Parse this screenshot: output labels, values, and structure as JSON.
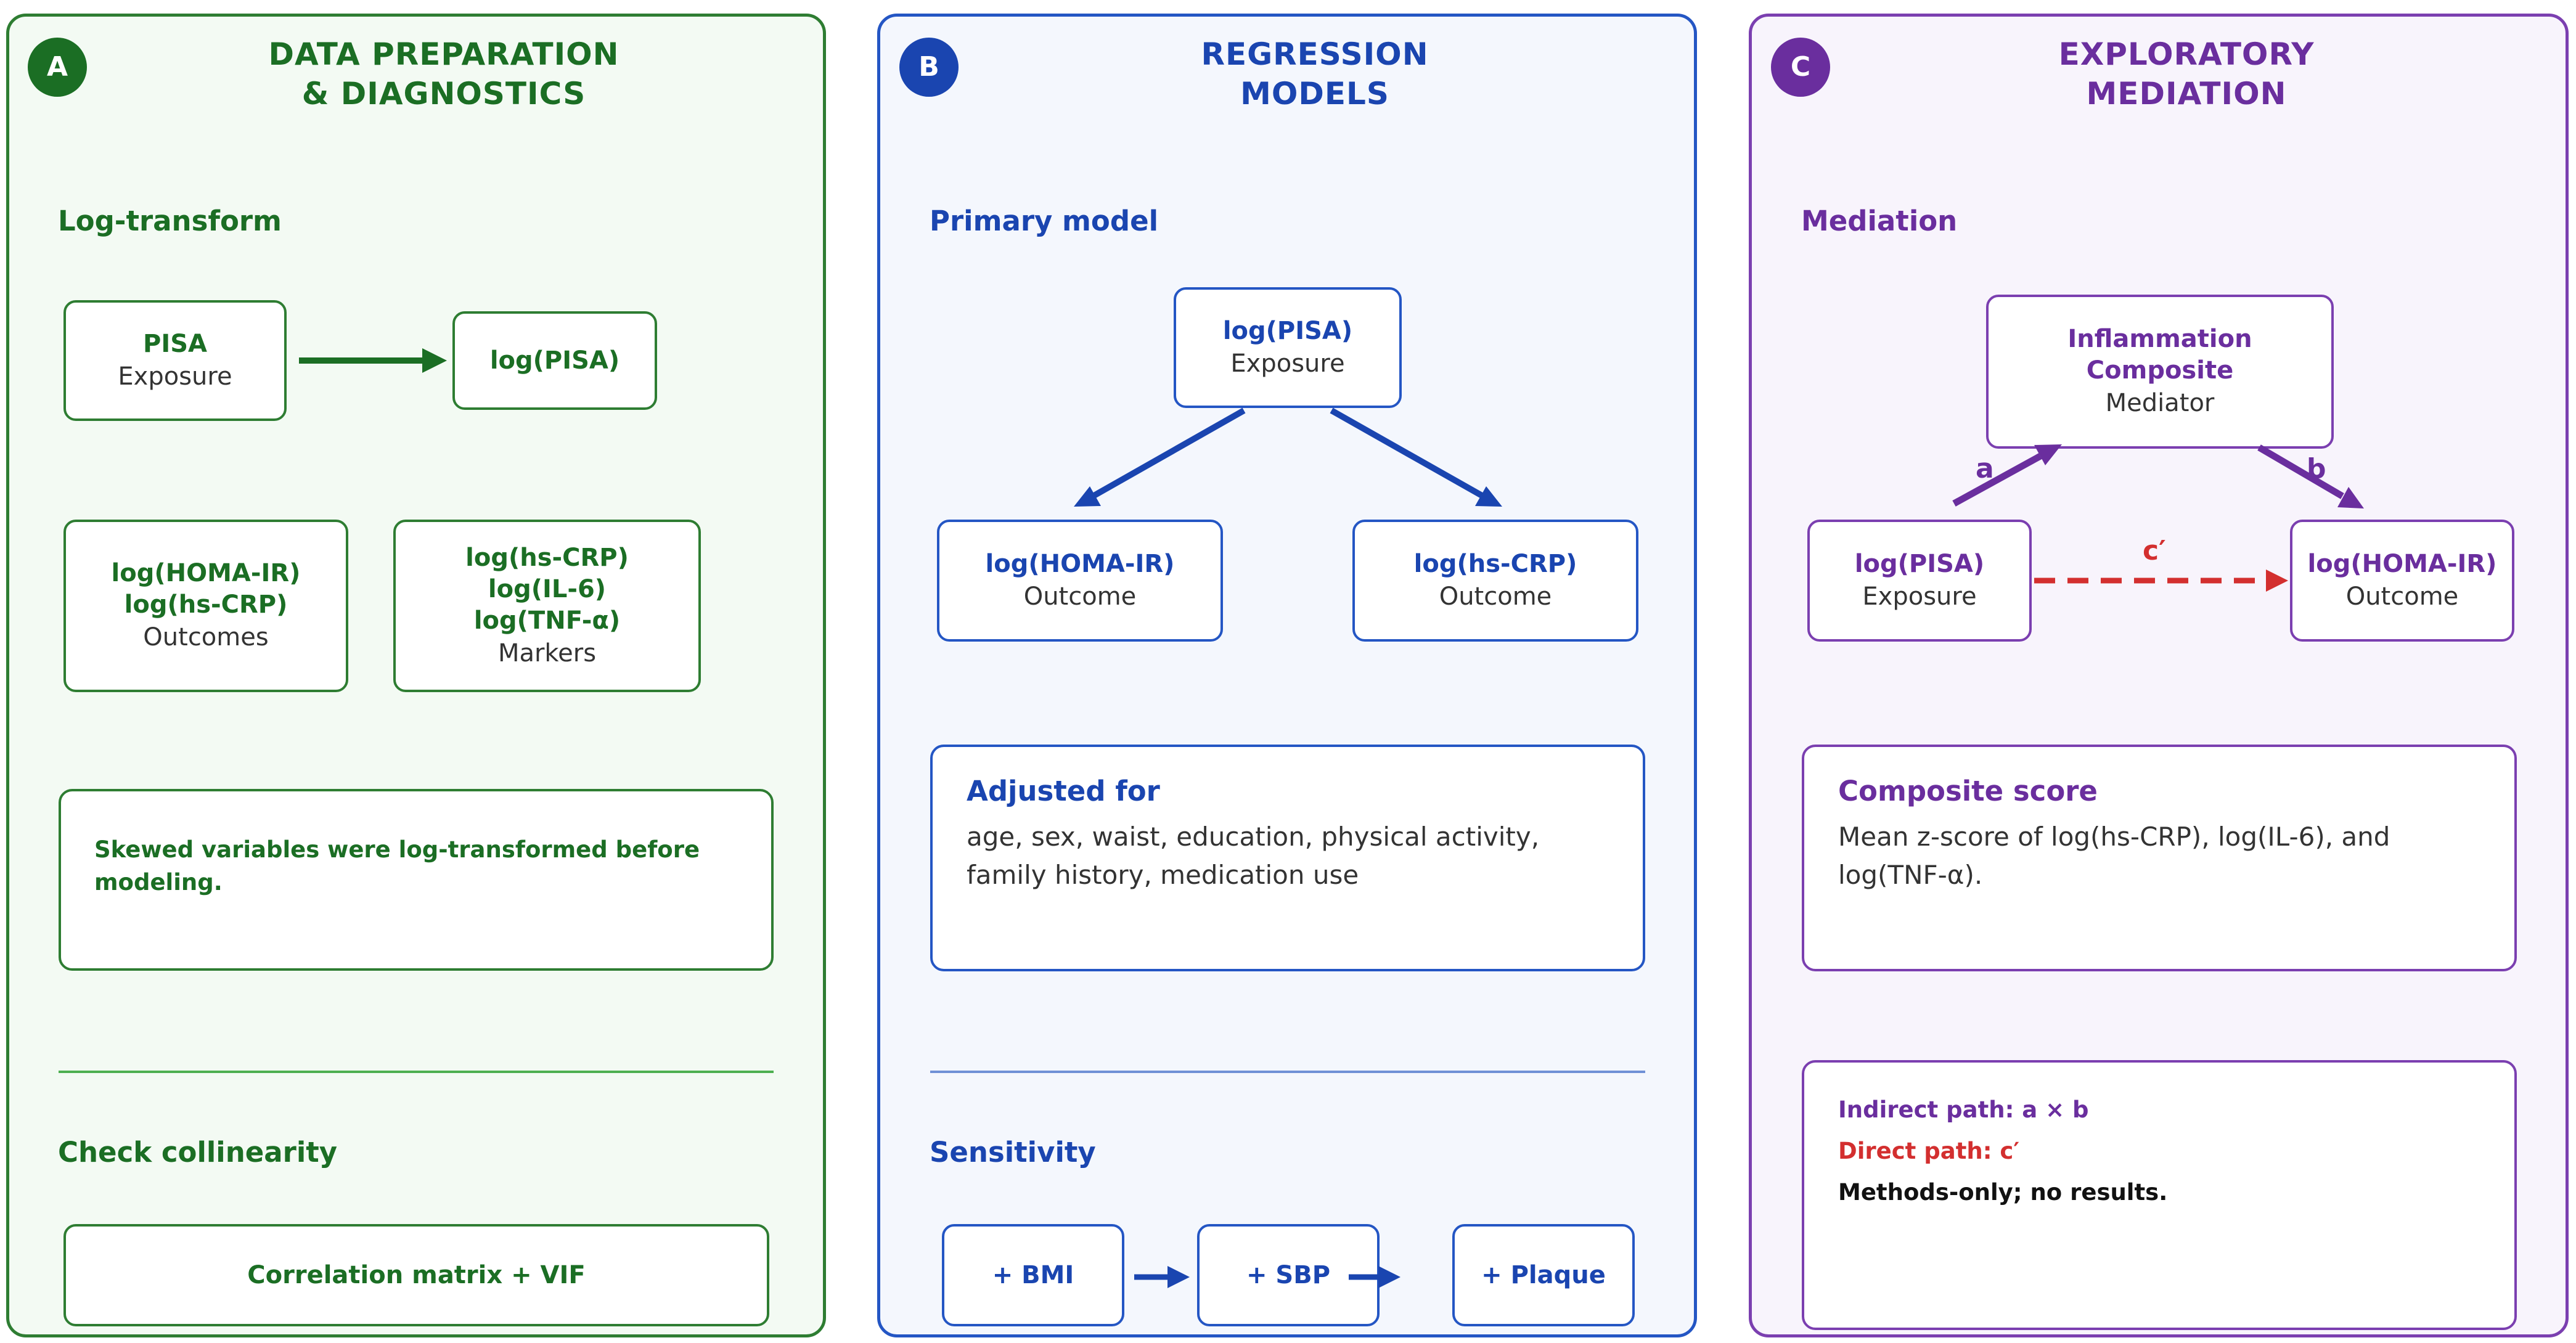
{
  "colors": {
    "green": "#1b6e24",
    "blue": "#1a45b0",
    "purple": "#6a2e9e",
    "red": "#d32f2f"
  },
  "panel_a": {
    "badge": "A",
    "title_line1": "DATA PREPARATION",
    "title_line2": "& DIAGNOSTICS",
    "section1": "Log-transform",
    "pisa_box": {
      "title": "PISA",
      "subtitle": "Exposure"
    },
    "logpisa_box": {
      "title": "log(PISA)"
    },
    "outcomes_box": {
      "line1": "log(HOMA-IR)",
      "line2": "log(hs-CRP)",
      "subtitle": "Outcomes"
    },
    "markers_box": {
      "line1": "log(hs-CRP)",
      "line2": "log(IL-6)",
      "line3": "log(TNF-α)",
      "subtitle": "Markers"
    },
    "note": "Skewed variables were log-transformed before modeling.",
    "section2": "Check collinearity",
    "collinearity_box": "Correlation matrix + VIF"
  },
  "panel_b": {
    "badge": "B",
    "title_line1": "REGRESSION",
    "title_line2": "MODELS",
    "section1": "Primary model",
    "exposure_box": {
      "title": "log(PISA)",
      "subtitle": "Exposure"
    },
    "outcome1_box": {
      "title": "log(HOMA-IR)",
      "subtitle": "Outcome"
    },
    "outcome2_box": {
      "title": "log(hs-CRP)",
      "subtitle": "Outcome"
    },
    "adjusted_heading": "Adjusted for",
    "adjusted_text": "age, sex, waist, education, physical activity, family history, medication use",
    "section2": "Sensitivity",
    "sens_bmi": "+ BMI",
    "sens_sbp": "+ SBP",
    "sens_plaque": "+ Plaque"
  },
  "panel_c": {
    "badge": "C",
    "title_line1": "EXPLORATORY",
    "title_line2": "MEDIATION",
    "section1": "Mediation",
    "mediator_box": {
      "line1": "Inflammation",
      "line2": "Composite",
      "subtitle": "Mediator"
    },
    "exposure_box": {
      "title": "log(PISA)",
      "subtitle": "Exposure"
    },
    "outcome_box": {
      "title": "log(HOMA-IR)",
      "subtitle": "Outcome"
    },
    "path_a": "a",
    "path_b": "b",
    "path_c": "c′",
    "composite_heading": "Composite score",
    "composite_text": "Mean z-score of log(hs-CRP), log(IL-6), and log(TNF-α).",
    "indirect_path": "Indirect path: a × b",
    "direct_path": "Direct path: c′",
    "methods_note": "Methods-only; no results."
  }
}
